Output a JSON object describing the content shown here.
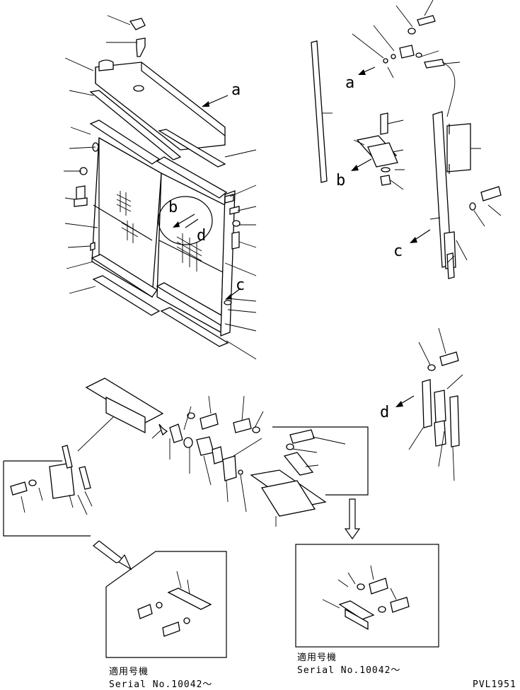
{
  "callouts": {
    "a_main": "a",
    "a_detail": "a",
    "b_main": "b",
    "b_detail": "b",
    "c_main": "c",
    "c_detail": "c",
    "d_main": "d",
    "d_detail": "d"
  },
  "boxes": {
    "left": {
      "caption_jp": "適用号機",
      "caption_serial": "Serial No.10042～"
    },
    "right": {
      "caption_jp": "適用号機",
      "caption_serial": "Serial No.10042～"
    }
  },
  "drawing_code": "PVL1951"
}
